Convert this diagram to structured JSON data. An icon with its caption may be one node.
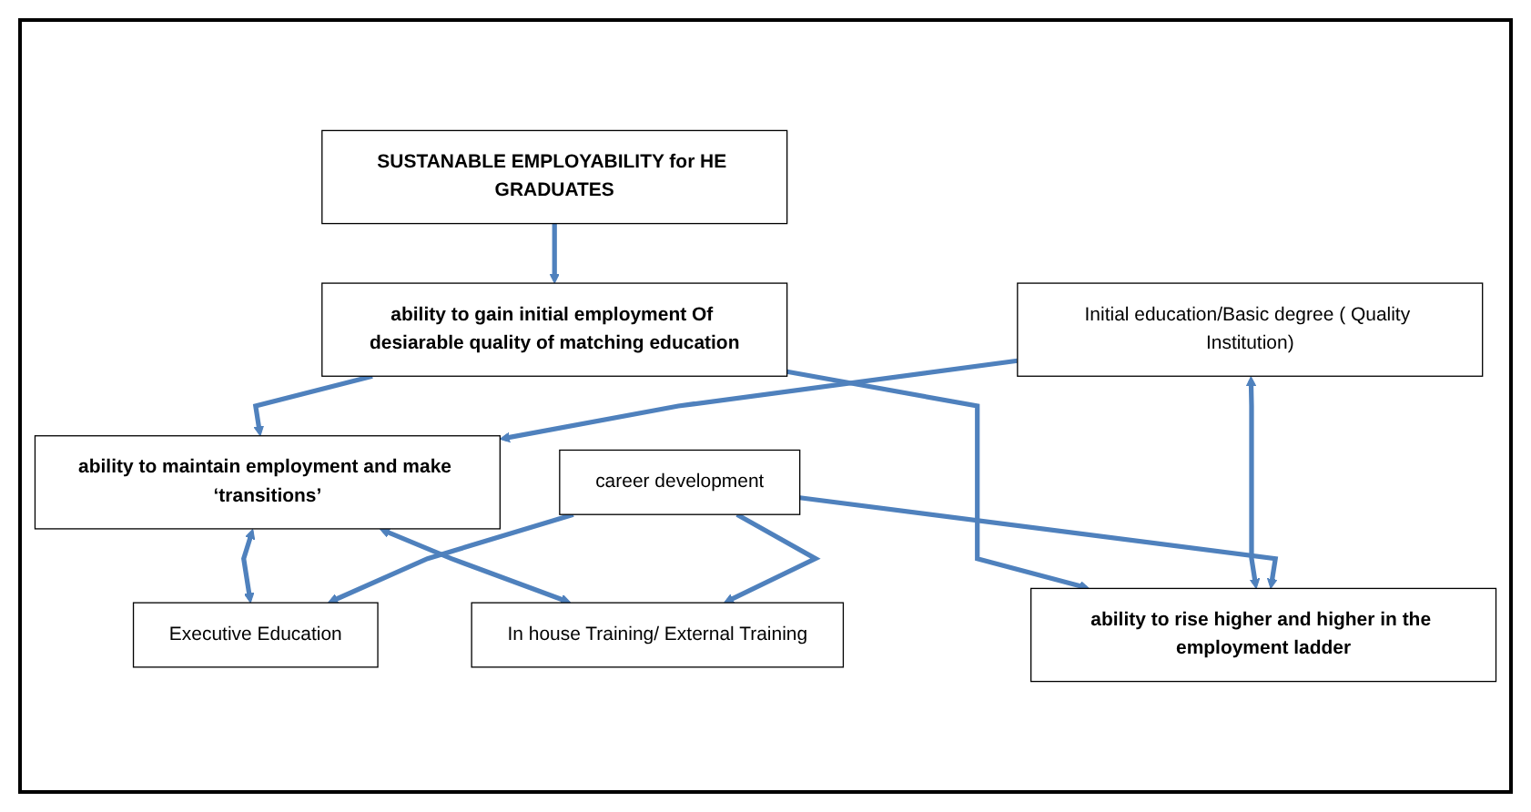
{
  "diagram": {
    "nodes": [
      {
        "text": [
          "SUSTANABLE EMPLOYABILITY for HE GRADUATES"
        ]
      },
      {
        "text": [
          "ability to gain initial employment Of desiarable quality of matching education"
        ]
      },
      {
        "text": [
          "ability to maintain employment and make ‘transitions’"
        ]
      },
      {
        "text": [
          "ability to rise higher and higher in the employment ladder"
        ]
      },
      {
        "text": [
          "Initial education/Basic degree ( Quality Institution)"
        ]
      },
      {
        "text": [
          "career development"
        ]
      },
      {
        "text": [
          "In house Training/ External Training"
        ]
      },
      {
        "text": [
          "Executive Education"
        ]
      }
    ],
    "edges": [
      {
        "from": 0,
        "to": 1,
        "arrow": "to"
      },
      {
        "from": 1,
        "to": 2,
        "arrow": "to"
      },
      {
        "from": 1,
        "to": 3,
        "arrow": "to"
      },
      {
        "from": 2,
        "to": 7,
        "arrow": "both"
      },
      {
        "from": 4,
        "to": 2,
        "arrow": "to"
      },
      {
        "from": 4,
        "to": 3,
        "arrow": "both"
      },
      {
        "from": 2,
        "to": 6,
        "arrow": "both"
      },
      {
        "from": 5,
        "to": 3,
        "arrow": "to"
      },
      {
        "from": 5,
        "to": 6,
        "arrow": "to"
      },
      {
        "from": 5,
        "to": 7,
        "arrow": "to"
      }
    ]
  }
}
